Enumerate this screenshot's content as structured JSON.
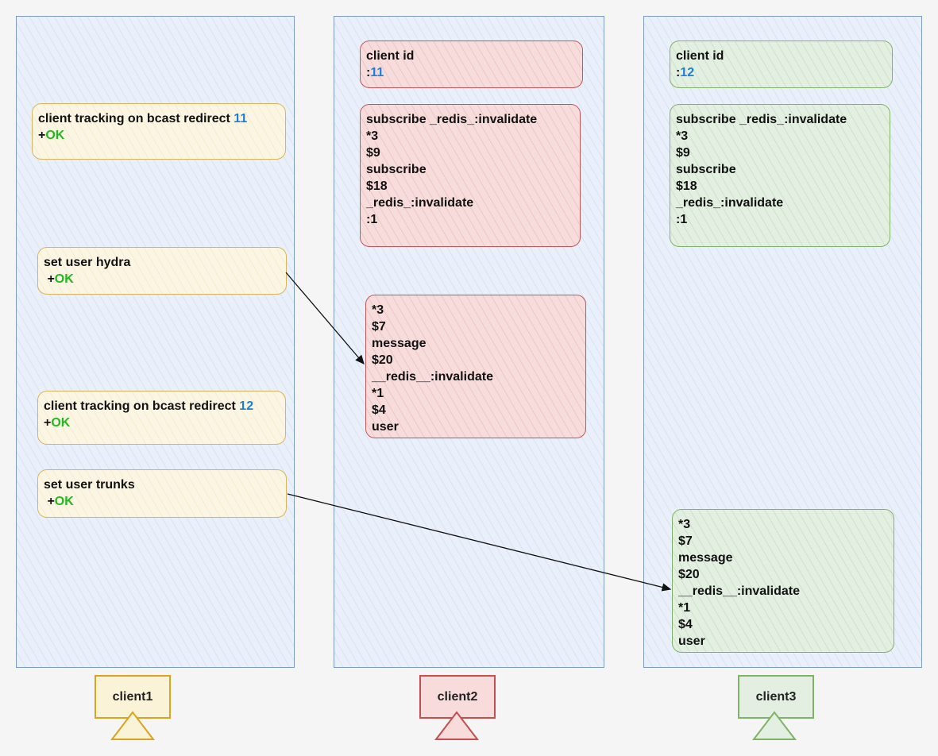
{
  "columns": {
    "client1": {
      "label": "client1",
      "boxes": [
        {
          "lines": [
            [
              {
                "t": "client tracking on bcast redirect "
              },
              {
                "t": "11",
                "c": "blue"
              }
            ],
            [
              {
                "t": "+"
              },
              {
                "t": "OK",
                "c": "green"
              }
            ]
          ]
        },
        {
          "lines": [
            [
              {
                "t": "set user hydra"
              }
            ],
            [
              {
                "t": " +"
              },
              {
                "t": "OK",
                "c": "green"
              }
            ]
          ]
        },
        {
          "lines": [
            [
              {
                "t": "client tracking on bcast redirect "
              },
              {
                "t": "12",
                "c": "blue"
              }
            ],
            [
              {
                "t": "+"
              },
              {
                "t": "OK",
                "c": "green"
              }
            ]
          ]
        },
        {
          "lines": [
            [
              {
                "t": "set user trunks"
              }
            ],
            [
              {
                "t": " +"
              },
              {
                "t": "OK",
                "c": "green"
              }
            ]
          ]
        }
      ]
    },
    "client2": {
      "label": "client2",
      "boxes": [
        {
          "lines": [
            [
              {
                "t": "client id"
              }
            ],
            [
              {
                "t": ":"
              },
              {
                "t": "11",
                "c": "blue"
              }
            ]
          ]
        },
        {
          "lines": [
            [
              {
                "t": "subscribe _redis_:invalidate"
              }
            ],
            [
              {
                "t": "*3"
              }
            ],
            [
              {
                "t": "$9"
              }
            ],
            [
              {
                "t": "subscribe"
              }
            ],
            [
              {
                "t": "$18"
              }
            ],
            [
              {
                "t": "_redis_:invalidate"
              }
            ],
            [
              {
                "t": ":1"
              }
            ]
          ]
        },
        {
          "lines": [
            [
              {
                "t": "*3"
              }
            ],
            [
              {
                "t": "$7"
              }
            ],
            [
              {
                "t": "message"
              }
            ],
            [
              {
                "t": "$20"
              }
            ],
            [
              {
                "t": "__redis__:invalidate"
              }
            ],
            [
              {
                "t": "*1"
              }
            ],
            [
              {
                "t": "$4"
              }
            ],
            [
              {
                "t": "user"
              }
            ]
          ]
        }
      ]
    },
    "client3": {
      "label": "client3",
      "boxes": [
        {
          "lines": [
            [
              {
                "t": "client id"
              }
            ],
            [
              {
                "t": ":"
              },
              {
                "t": "12",
                "c": "blue"
              }
            ]
          ]
        },
        {
          "lines": [
            [
              {
                "t": "subscribe _redis_:invalidate"
              }
            ],
            [
              {
                "t": "*3"
              }
            ],
            [
              {
                "t": "$9"
              }
            ],
            [
              {
                "t": "subscribe"
              }
            ],
            [
              {
                "t": "$18"
              }
            ],
            [
              {
                "t": "_redis_:invalidate"
              }
            ],
            [
              {
                "t": ":1"
              }
            ]
          ]
        },
        {
          "lines": [
            [
              {
                "t": "*3"
              }
            ],
            [
              {
                "t": "$7"
              }
            ],
            [
              {
                "t": "message"
              }
            ],
            [
              {
                "t": "$20"
              }
            ],
            [
              {
                "t": "__redis__:invalidate"
              }
            ],
            [
              {
                "t": "*1"
              }
            ],
            [
              {
                "t": "$4"
              }
            ],
            [
              {
                "t": "user"
              }
            ]
          ]
        }
      ]
    }
  },
  "colors": {
    "panel_border": "#7f9cc8",
    "client1": "#d9a41f",
    "client2": "#c44f50",
    "client3": "#80b36a",
    "id_number": "#1a7fd6",
    "ok_text": "#22b81f"
  }
}
